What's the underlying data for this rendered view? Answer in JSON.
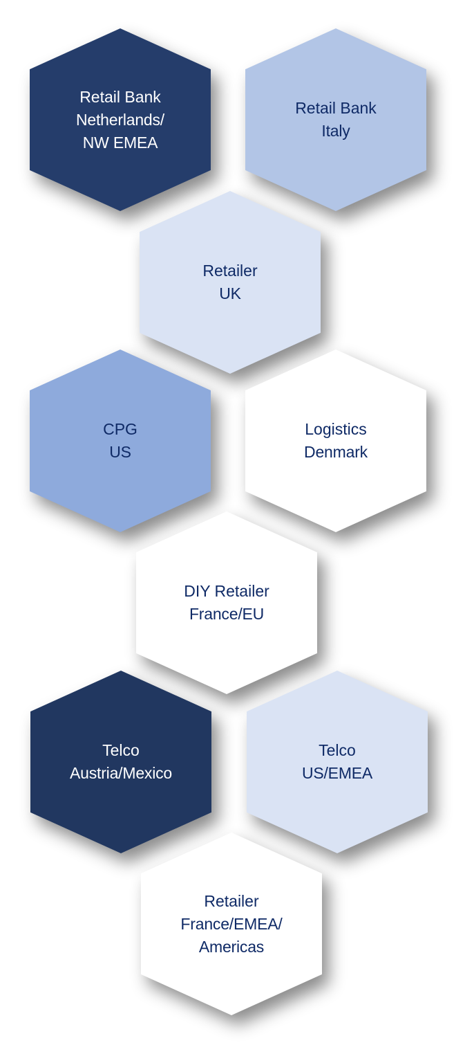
{
  "colors": {
    "navy": "#253d6b",
    "navy_alt": "#213760",
    "periwinkle": "#b2c5e6",
    "pale_blue": "#dae3f4",
    "mid_blue": "#8eaadc",
    "white": "#ffffff",
    "text_dark": "#0f2a66",
    "text_light": "#ffffff"
  },
  "hexagons": [
    {
      "id": "retail-bank-netherlands",
      "title": "Retail Bank",
      "lines": [
        "Netherlands/",
        "NW EMEA"
      ],
      "fill": "#253d6b",
      "text": "light"
    },
    {
      "id": "retail-bank-italy",
      "title": "Retail Bank",
      "lines": [
        "Italy"
      ],
      "fill": "#b2c5e6",
      "text": "dark"
    },
    {
      "id": "retailer-uk",
      "title": "Retailer",
      "lines": [
        "UK"
      ],
      "fill": "#dae3f4",
      "text": "dark"
    },
    {
      "id": "cpg-us",
      "title": "CPG",
      "lines": [
        "US"
      ],
      "fill": "#8eaadc",
      "text": "dark"
    },
    {
      "id": "logistics-denmark",
      "title": "Logistics",
      "lines": [
        "Denmark"
      ],
      "fill": "#ffffff",
      "text": "dark"
    },
    {
      "id": "diy-retailer-france",
      "title": "DIY Retailer",
      "lines": [
        "France/EU"
      ],
      "fill": "#ffffff",
      "text": "dark"
    },
    {
      "id": "telco-austria-mexico",
      "title": "Telco",
      "lines": [
        "Austria/Mexico"
      ],
      "fill": "#213760",
      "text": "light"
    },
    {
      "id": "telco-us-emea",
      "title": "Telco",
      "lines": [
        "US/EMEA"
      ],
      "fill": "#dae3f4",
      "text": "dark"
    },
    {
      "id": "retailer-france-emea-americas",
      "title": "Retailer",
      "lines": [
        "France/EMEA/",
        "Americas"
      ],
      "fill": "#ffffff",
      "text": "dark"
    }
  ]
}
